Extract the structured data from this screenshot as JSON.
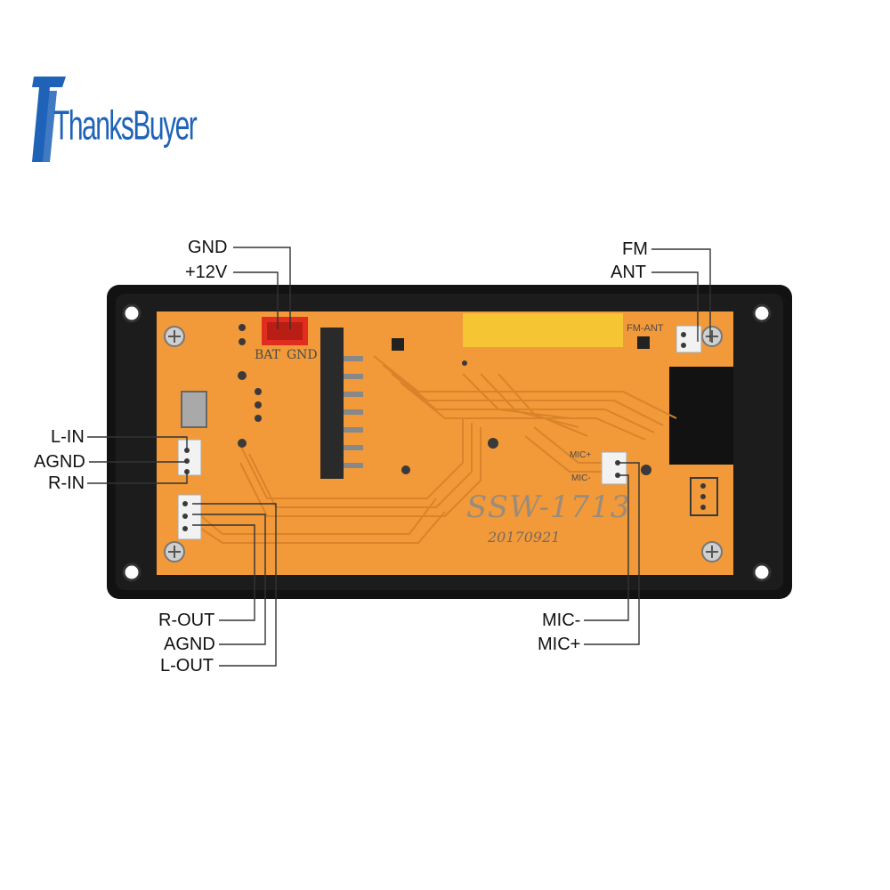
{
  "brand": {
    "logo_text": "ThanksBuyer",
    "brand_color": "#1f63b8"
  },
  "board": {
    "model": "SSW-1713",
    "date_code": "20170921",
    "silkscreen": {
      "bat": "BAT",
      "gnd": "GND",
      "fm_ant": "FM-ANT",
      "mic_plus": "MIC+",
      "mic_minus": "MIC-"
    },
    "colors": {
      "frame": "#121212",
      "pcb": "#f29a3a",
      "trace": "#d9832a",
      "connector_red": "#e02d1f",
      "connector_white": "#f2f2f2",
      "display_window": "#f5c534"
    }
  },
  "labels": {
    "gnd": "GND",
    "plus12v": "+12V",
    "fm": "FM",
    "ant": "ANT",
    "l_in": "L-IN",
    "agnd_in": "AGND",
    "r_in": "R-IN",
    "r_out": "R-OUT",
    "agnd_out": "AGND",
    "l_out": "L-OUT",
    "mic_minus": "MIC-",
    "mic_plus": "MIC+"
  }
}
